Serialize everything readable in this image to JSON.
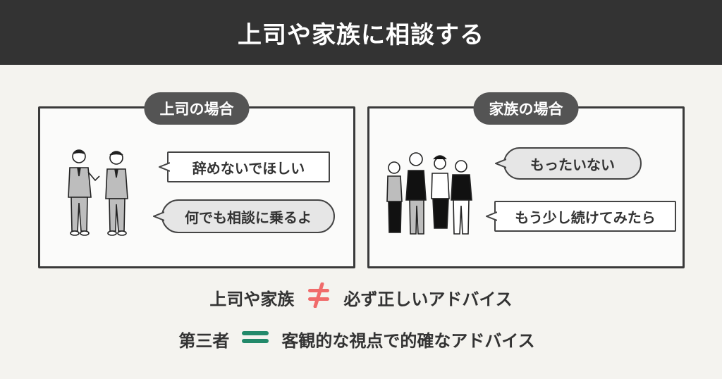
{
  "header": {
    "title": "上司や家族に相談する"
  },
  "panels": [
    {
      "label": "上司の場合",
      "illustration": "two-businessmen-talking",
      "bubbles": [
        {
          "text": "辞めないでほしい",
          "style": "rect"
        },
        {
          "text": "何でも相談に乗るよ",
          "style": "round"
        }
      ]
    },
    {
      "label": "家族の場合",
      "illustration": "family-group-of-four",
      "bubbles": [
        {
          "text": "もったいない",
          "style": "round"
        },
        {
          "text": "もう少し続けてみたら",
          "style": "rect"
        }
      ]
    }
  ],
  "summary": [
    {
      "left": "上司や家族",
      "symbol": "not-equal-icon",
      "symbol_color": "#f06b6b",
      "right": "必ず正しいアドバイス"
    },
    {
      "left": "第三者",
      "symbol": "equal-icon",
      "symbol_color": "#22896a",
      "right": "客観的な視点で的確なアドバイス"
    }
  ],
  "colors": {
    "header_bg": "#333333",
    "page_bg": "#f4f3ef",
    "label_bg": "#545454",
    "text": "#333333",
    "not_equal": "#f06b6b",
    "equal": "#22896a"
  }
}
